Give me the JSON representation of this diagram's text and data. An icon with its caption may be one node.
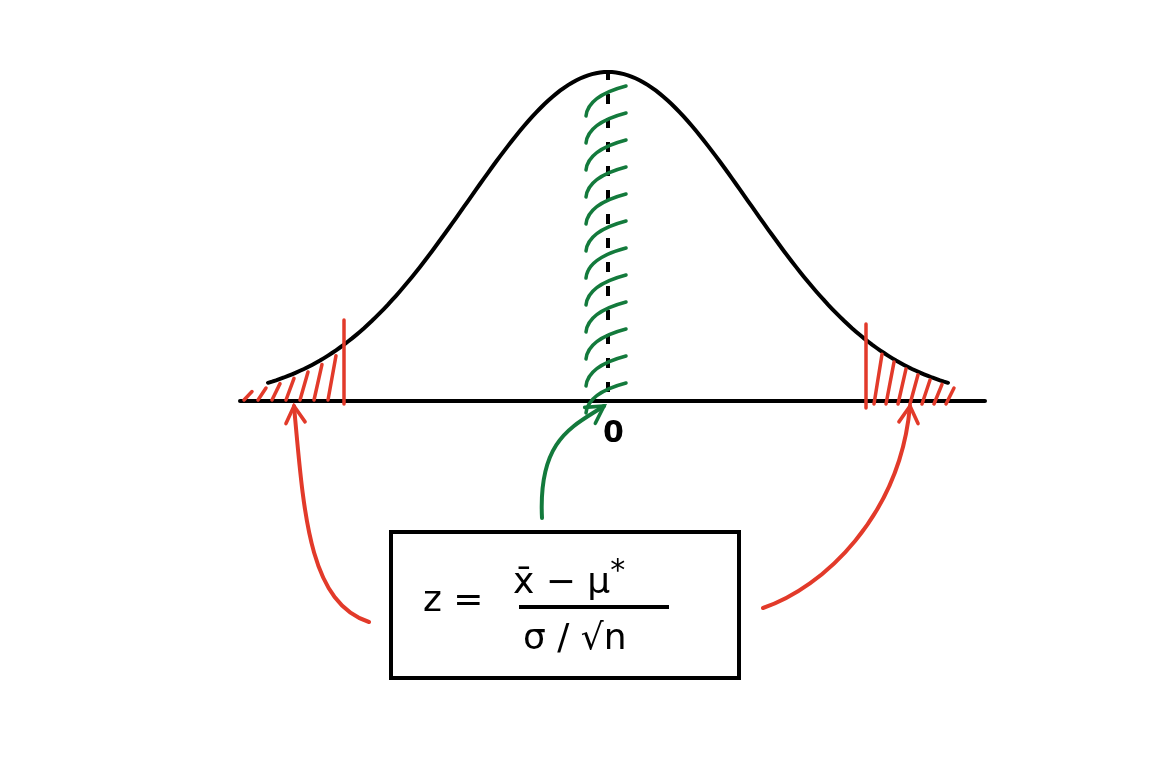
{
  "diagram": {
    "nodes": [
      {
        "text": [
          "z =",
          "x̄ − μ$^{*}$",
          "σ / √n"
        ]
      },
      {
        "text": [],
        "shape": "region"
      },
      {
        "text": [],
        "shape": "region"
      },
      {
        "text": [],
        "shape": "region"
      }
    ],
    "edges": [
      {
        "from": 0,
        "to": 1,
        "arrow": "to"
      },
      {
        "from": 0,
        "to": 2,
        "arrow": "to",
        "color": "#137a3c"
      },
      {
        "from": 0,
        "to": 3,
        "arrow": "to"
      }
    ],
    "labels": [
      "0"
    ]
  }
}
